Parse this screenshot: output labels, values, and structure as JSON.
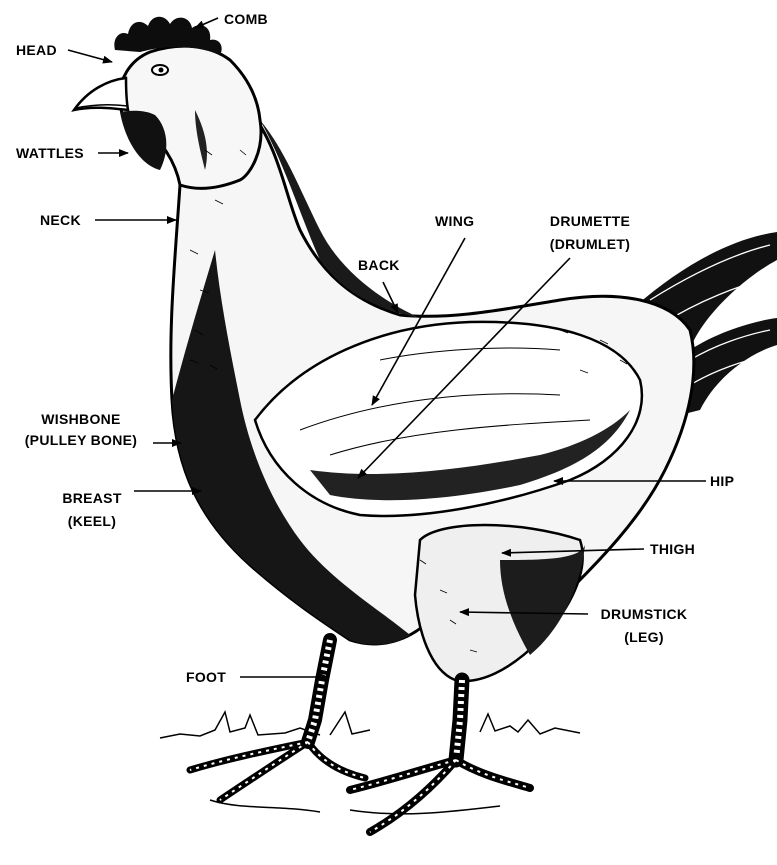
{
  "labels": {
    "comb": "COMB",
    "head": "HEAD",
    "wattles": "WATTLES",
    "neck": "NECK",
    "wing": "WING",
    "drumette": "DRUMETTE",
    "drumette_alt": "(DRUMLET)",
    "back": "BACK",
    "wishbone": "WISHBONE",
    "wishbone_alt": "(PULLEY BONE)",
    "breast": "BREAST",
    "breast_alt": "(KEEL)",
    "hip": "HIP",
    "thigh": "THIGH",
    "drumstick": "DRUMSTICK",
    "drumstick_alt": "(LEG)",
    "foot": "FOOT"
  },
  "colors": {
    "ink": "#000000",
    "paper": "#ffffff"
  }
}
